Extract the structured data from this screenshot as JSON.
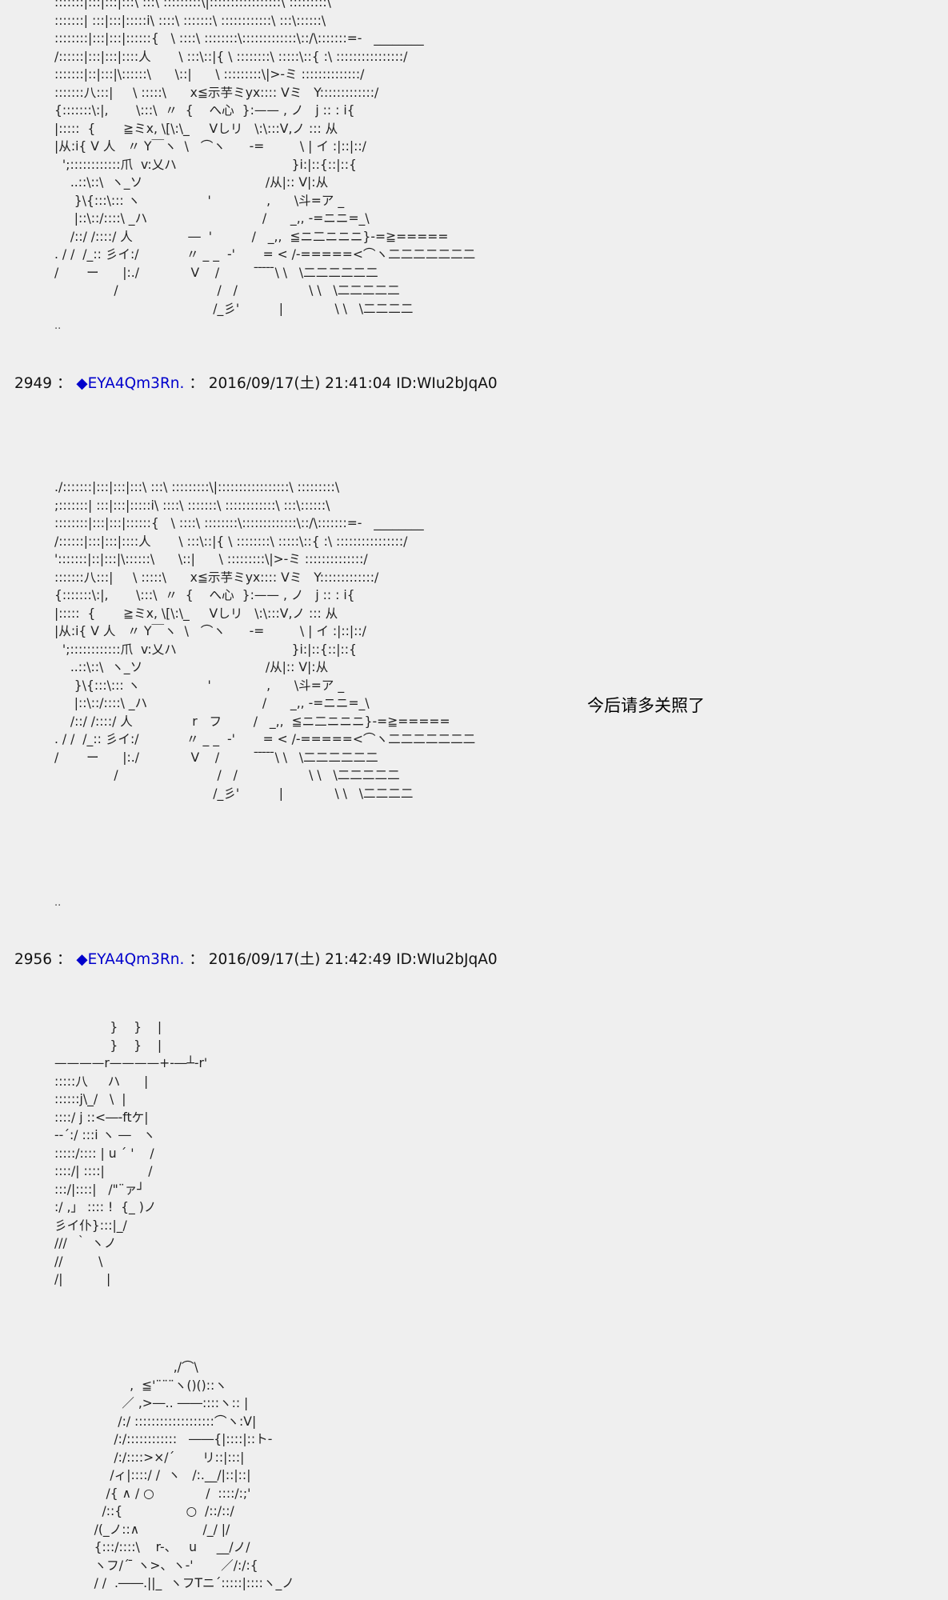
{
  "aa_block_1": ":::::::|:::|:::|:::\\ :::\\ :::::::::\\|:::::::::::::::::\\ :::::::::\\\n:::::::| :::|:::|:::::i\\ ::::\\ :::::::\\ ::::::::::::\\ :::\\::::::\\\n::::::::|:::|:::|::::::{   \\ ::::\\ ::::::::\\:::::::::::::\\::/\\:::::::=-   ________\n/::::::|:::|:::|::::人       \\ :::\\::|{ \\ ::::::::\\ :::::\\::{ :\\ ::::::::::::::::/\n:::::::|::|:::|\\::::::\\      \\::|      \\ :::::::::\\|>-ミ ::::::::::::::/\n:::::::八:::|     \\ :::::\\      x≦示芋ミyx:::: Vミ   Y:::::::::::::/\n{:::::::\\:|,       \\:::\\  〃  {    へ心  }:—— , ノ   j :: : i{\n|:::::  {       ≧ミx, \\[\\:\\_     Vしリ   \\:\\:::V,ノ ::: 从\n|从:i{ V 人   〃 Y￣ヽ  \\   ⌒ヽ      -=         \\ | イ :|::|::/\n  ';::::::::::::爪  v:乂ハ                             }i:|::{::|::{\n    ..::\\::\\  ヽ_ソ                               /从|:: V|:从\n     }\\{:::\\::: ヽ                 '              ,      \\斗=ア _\n     |::\\::/::::\\ _ハ                             /      _,, -=ニニ=_\\\n    /::/ /::::/ 人              ―  '          /   _,,  ≦ニ二ニニニ}-=≧=====\n. / /  /_:: 彡イ:/            〃 _ _  ‐'       = < /-=====<⌒ヽ二二二二二二二\n/       ー      |:./             V    /          ̄ ̄ ̄ ̄ ̄\\ \\   \\二二二二二二\n               /                         /   /                  \\ \\   \\二二二二二\n                                        /_彡'          |             \\ \\   \\二二二二",
  "dots_1": "..",
  "post_1": {
    "number": "2949",
    "sep": "：",
    "trip": "◆EYA4Qm3Rn.",
    "sep2": "：",
    "datetime": "2016/09/17(土) 21:41:04 ID:WIu2bJqA0"
  },
  "aa_block_2": "./:::::::|:::|:::|:::\\ :::\\ :::::::::\\|:::::::::::::::::\\ :::::::::\\\n;:::::::| :::|:::|:::::i\\ ::::\\ :::::::\\ ::::::::::::\\ :::\\::::::\\\n::::::::|:::|:::|::::::{   \\ ::::\\ ::::::::\\:::::::::::::\\::/\\:::::::=-   ________\n/::::::|:::|:::|::::人       \\ :::\\::|{ \\ ::::::::\\ :::::\\::{ :\\ ::::::::::::::::/\n':::::::|::|:::|\\::::::\\      \\::|      \\ :::::::::\\|>-ミ ::::::::::::::/\n:::::::八:::|     \\ :::::\\      x≦示芋ミyx:::: Vミ   Y:::::::::::::/\n{:::::::\\:|,       \\:::\\  〃  {    へ心  }:—— , ノ   j :: : i{\n|:::::  {       ≧ミx, \\[\\:\\_     Vしリ   \\:\\:::V,ノ ::: 从\n|从:i{ V 人   〃 Y￣ヽ  \\   ⌒ヽ      -=         \\ | イ :|::|::/\n  ';::::::::::::爪  v:乂ハ                             }i:|::{::|::{\n    ..::\\::\\  ヽ_ソ                               /从|:: V|:从\n     }\\{:::\\::: ヽ                 '              ,      \\斗=ア _\n     |::\\::/::::\\ _ハ                             /      _,, -=ニニ=_\\\n    /::/ /::::/ 人               r   フ        /   _,,  ≦ニ二ニニニ}-=≧=====\n. / /  /_:: 彡イ:/            〃 _ _  ‐'       = < /-=====<⌒ヽ二二二二二二二\n/       ー      |:./             V    /          ̄ ̄ ̄ ̄ ̄\\ \\   \\二二二二二二\n               /                         /   /                  \\ \\   \\二二二二二\n                                        /_彡'          |             \\ \\   \\二二二二",
  "speech_text": "今后请多关照了",
  "dots_2": "..",
  "post_2": {
    "number": "2956",
    "sep": "：",
    "trip": "◆EYA4Qm3Rn.",
    "sep2": "：",
    "datetime": "2016/09/17(土) 21:42:49 ID:WIu2bJqA0"
  },
  "aa_block_3": "              }    }    |\n              }    }    |\n————r————+-―┴-r'\n:::::八     ハ      |\n::::::j\\_/   \\  |\n::::/ j ::<―-ftケ|\n-‐´:/ :::i ヽ ―   ヽ\n:::::/:::: | u ´ '    /\n::::/| ::::|           /\n:::/|::::|   /\"¨ァ┘\n:/ ,」 :::: !  {_ )ノ\n彡イ仆}:::|_/\n///  ｀ ヽノ\n//         \\\n/|           |",
  "aa_block_4": "                              ,/⌒\\\n                   ,  ≦'¨¨¨ヽ()()::ヽ\n                 ／ ,>―‥ ――::::ヽ:: |\n                /:/ :::::::::::::::::::⌒ヽ:V|\n               /:/::::::::::::   ――{|::::|::ト-\n               /:/::::>×/´       リ::|:::|\n              /ィ|::::/ /  ヽ   /:.__/|::|::|\n             /{ ∧ / ○             /  ::::/:;'\n            /::{                ○  /::/::/\n          /(_ノ::∧                /_/ |/\n          {:::/::::\\    r-、   u     __/ノ/\n          ヽフ/´ ̄ ヽ>、ヽ-'       ／/:/:{\n          / /  .――.||_  ヽフTニ´:::::|::::ヽ_ノ"
}
